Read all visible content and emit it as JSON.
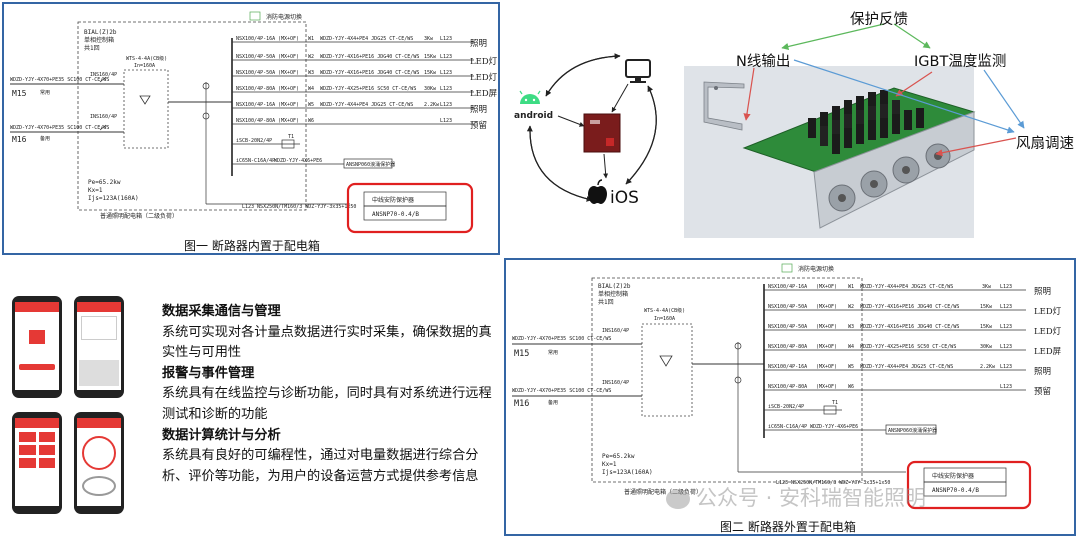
{
  "figure1": {
    "caption": "图一  断路器内置于配电箱",
    "top_label": "消防电源切换",
    "box_title": [
      "BIAL(Z)2b",
      "单相控制箱",
      "共1回"
    ],
    "wts_label": "WTS-4-4A(CB级)",
    "wts_sub": "In=160A",
    "feed_top": "WDZD-YJY-4X70+PE35 SC100 CT-CE/WS",
    "feed_top_id": "M15",
    "feed_top_use": "常用",
    "feed_bot": "WDZD-YJY-4X70+PE35 SC100 CT-CE/WS",
    "feed_bot_id": "M16",
    "feed_bot_use": "备用",
    "ins1": "INS160/4P",
    "ins2": "INS160/4P",
    "params": [
      "Pe=65.2kw",
      "Kx=1",
      "Ijs=123A(160A)"
    ],
    "box_bottom": "普通照明配电箱（二级负荷）",
    "bottom_line": "L123  NSX250N/TM160/3   WDZ-YJY-3x35+1x50",
    "protector_title": "中线安防保护器",
    "protector_model": "ANSNP70-0.4/B",
    "spd_label": "ANSNP060浪涌保护器",
    "iscb": "iSCB-20N2/4P",
    "ic65": "iC65N-C16A/4P",
    "ic65_cable": "WDZD-YJY-4X6+PE6",
    "t1": "T1",
    "circuits": [
      {
        "brk": "NSX100/4P-16A",
        "mx": "(MX+OF)",
        "id": "W1",
        "cable": "WDZD-YJY-4X4+PE4 JDG25 CT-CE/WS",
        "kw": "3Kw",
        "ph": "L123",
        "load": "照明"
      },
      {
        "brk": "NSX100/4P-50A",
        "mx": "(MX+OF)",
        "id": "W2",
        "cable": "WDZD-YJY-4X16+PE16 JDG40 CT-CE/WS",
        "kw": "15Kw",
        "ph": "L123",
        "load": "LED灯"
      },
      {
        "brk": "NSX100/4P-50A",
        "mx": "(MX+OF)",
        "id": "W3",
        "cable": "WDZD-YJY-4X16+PE16 JDG40 CT-CE/WS",
        "kw": "15Kw",
        "ph": "L123",
        "load": "LED灯"
      },
      {
        "brk": "NSX100/4P-80A",
        "mx": "(MX+OF)",
        "id": "W4",
        "cable": "WDZD-YJY-4X25+PE16 SC50 CT-CE/WS",
        "kw": "30Kw",
        "ph": "L123",
        "load": "LED屏"
      },
      {
        "brk": "NSX100/4P-16A",
        "mx": "(MX+OF)",
        "id": "W5",
        "cable": "WDZD-YJY-4X4+PE4 JDG25 CT-CE/WS",
        "kw": "2.2Kw",
        "ph": "L123",
        "load": "照明"
      },
      {
        "brk": "NSX100/4P-80A",
        "mx": "(MX+OF)",
        "id": "W6",
        "cable": "",
        "kw": "",
        "ph": "L123",
        "load": "预留"
      }
    ]
  },
  "figure2": {
    "caption": "图二  断路器外置于配电箱",
    "bottom_line": "L123  NSX250N/TM160/3  WDZ-YJY-3x35+1x50",
    "watermark": "公众号 · 安科瑞智能照明",
    "protector_title": "中线安防保护器",
    "protector_model": "ANSNP70-0.4/B"
  },
  "connectivity": {
    "android": "android",
    "ios": "iOS"
  },
  "photo": {
    "label_feedback": "保护反馈",
    "label_n": "N线输出",
    "label_igbt": "IGBT温度监测",
    "label_fan": "风扇调速"
  },
  "features": [
    {
      "title": "数据采集通信与管理",
      "body": "系统可实现对各计量点数据进行实时采集，确保数据的真实性与可用性"
    },
    {
      "title": "报警与事件管理",
      "body": "系统具有在线监控与诊断功能，同时具有对系统进行远程测试和诊断的功能"
    },
    {
      "title": "数据计算统计与分析",
      "body": "系统具有良好的可编程性，通过对电量数据进行综合分析、评价等功能，为用户的设备运营方式提供参考信息"
    }
  ],
  "colors": {
    "blue_border": "#3465a4",
    "red_box": "#e02020",
    "green_arrow": "#5cb85c",
    "red_arrow": "#d9534f",
    "blue_arrow": "#5b9bd5",
    "pcb_green": "#2e8b3a",
    "app_red": "#e53935"
  }
}
